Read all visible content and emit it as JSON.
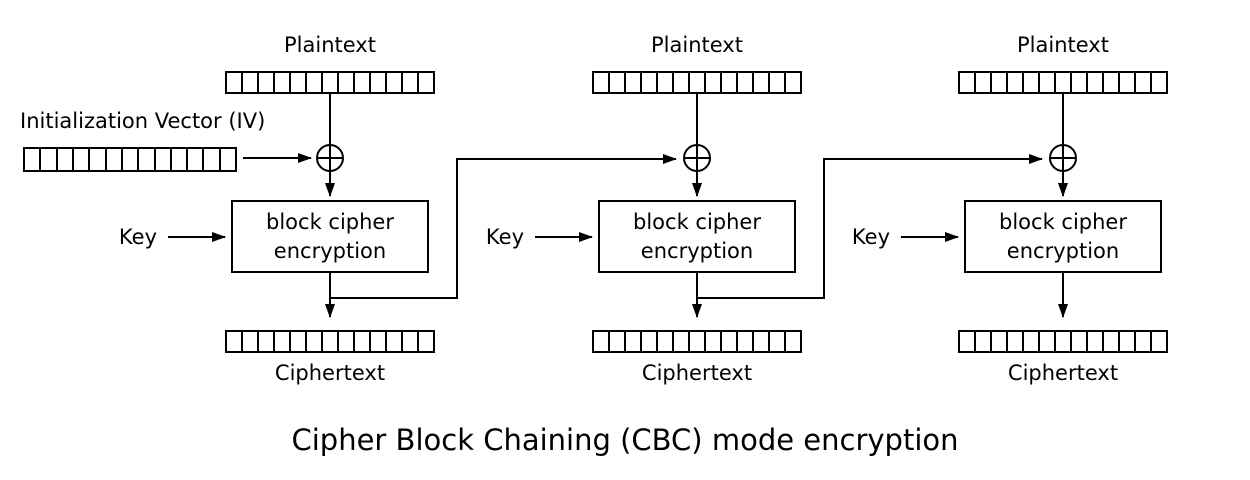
{
  "title": "Cipher Block Chaining (CBC) mode encryption",
  "iv": {
    "label": "Initialization Vector (IV)",
    "cells": 13
  },
  "columns": [
    {
      "plaintext": {
        "label": "Plaintext",
        "cells": 13
      },
      "key_label": "Key",
      "cipher_box": {
        "line1": "block cipher",
        "line2": "encryption"
      },
      "ciphertext": {
        "label": "Ciphertext",
        "cells": 13
      }
    },
    {
      "plaintext": {
        "label": "Plaintext",
        "cells": 13
      },
      "key_label": "Key",
      "cipher_box": {
        "line1": "block cipher",
        "line2": "encryption"
      },
      "ciphertext": {
        "label": "Ciphertext",
        "cells": 13
      }
    },
    {
      "plaintext": {
        "label": "Plaintext",
        "cells": 13
      },
      "key_label": "Key",
      "cipher_box": {
        "line1": "block cipher",
        "line2": "encryption"
      },
      "ciphertext": {
        "label": "Ciphertext",
        "cells": 13
      }
    }
  ],
  "icons": {
    "xor": "xor-circle-plus"
  },
  "colors": {
    "line": "#000000",
    "background": "#ffffff"
  }
}
